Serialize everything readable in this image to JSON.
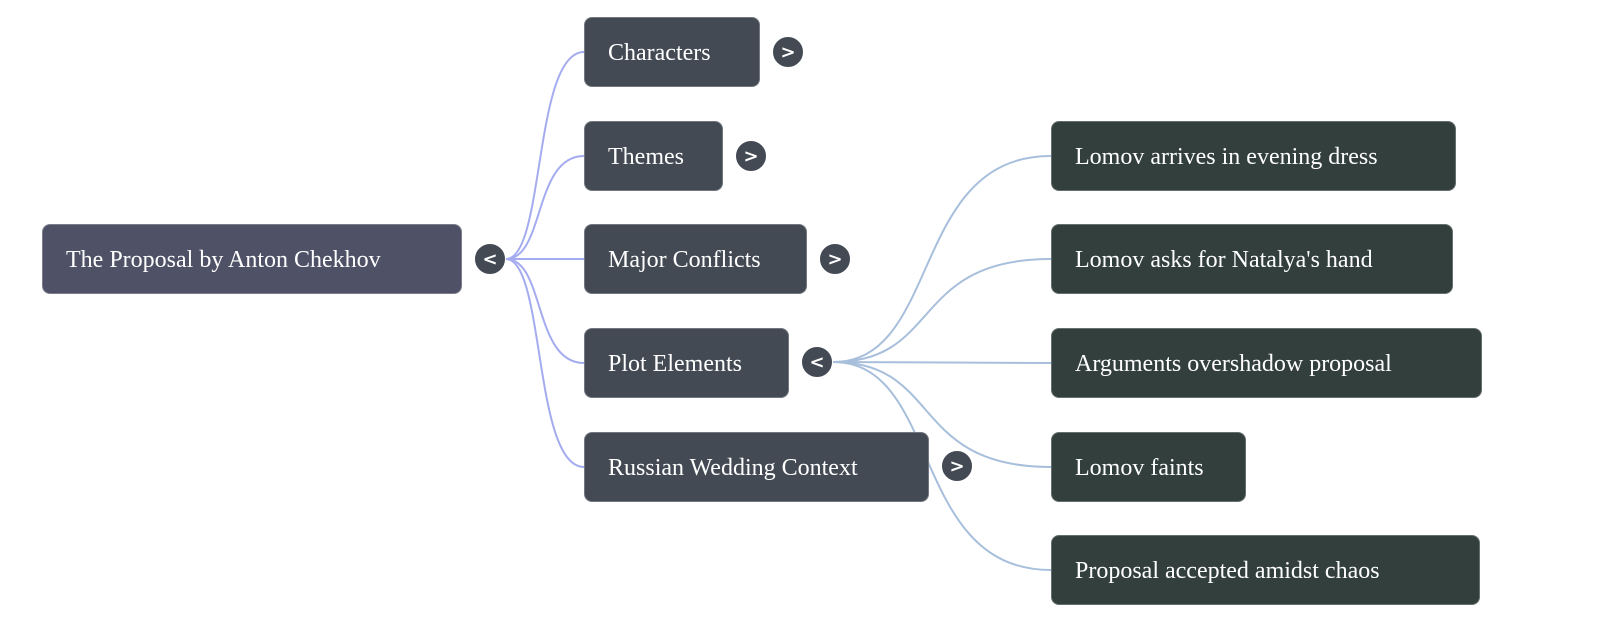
{
  "root": {
    "label": "The Proposal by Anton Chekhov",
    "toggle": "<",
    "expanded": true
  },
  "branches": [
    {
      "label": "Characters",
      "toggle": ">",
      "expanded": false
    },
    {
      "label": "Themes",
      "toggle": ">",
      "expanded": false
    },
    {
      "label": "Major Conflicts",
      "toggle": ">",
      "expanded": false
    },
    {
      "label": "Plot Elements",
      "toggle": "<",
      "expanded": true,
      "children": [
        "Lomov arrives in evening dress",
        "Lomov asks for Natalya's hand",
        "Arguments overshadow proposal",
        "Lomov faints",
        "Proposal accepted amidst chaos"
      ]
    },
    {
      "label": "Russian Wedding Context",
      "toggle": ">",
      "expanded": false
    }
  ],
  "colors": {
    "root_edge": "#a4acef",
    "plot_edge": "#a8bfdc"
  }
}
